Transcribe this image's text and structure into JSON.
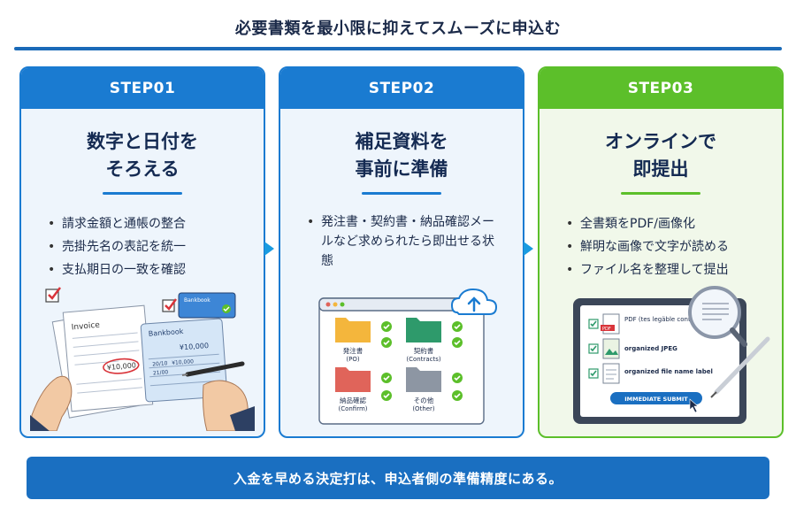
{
  "title": "必要書類を最小限に抑えてスムーズに申込む",
  "steps": [
    {
      "label": "STEP01",
      "title_lines": [
        "数字と日付を",
        "そろえる"
      ],
      "bullets": [
        "請求金額と通帳の整合",
        "売掛先名の表記を統一",
        "支払期日の一致を確認"
      ],
      "illustration": {
        "invoice_label": "Invoice",
        "amount": "¥10,000",
        "bankbook_label": "Bankbook",
        "bankbook_amount": "¥10,000",
        "card_label": "Bankbook",
        "row_dates": [
          "20/10",
          "21/00"
        ],
        "row_amount": "¥10,000"
      }
    },
    {
      "label": "STEP02",
      "title_lines": [
        "補足資料を",
        "事前に準備"
      ],
      "bullets": [
        "発注書・契約書・納品確認メールなど求められたら即出せる状態"
      ],
      "illustration": {
        "folders": [
          {
            "name_jp": "発注書",
            "name_en": "(PO)",
            "color": "#f4b63c"
          },
          {
            "name_jp": "契約書",
            "name_en": "(Contracts)",
            "color": "#2e9a6b"
          },
          {
            "name_jp": "納品確認",
            "name_en": "(Confirm)",
            "color": "#e0645a"
          },
          {
            "name_jp": "その他",
            "name_en": "(Other)",
            "color": "#8d96a3"
          }
        ]
      }
    },
    {
      "label": "STEP03",
      "title_lines": [
        "オンラインで",
        "即提出"
      ],
      "bullets": [
        "全書類をPDF/画像化",
        "鮮明な画像で文字が読める",
        "ファイル名を整理して提出"
      ],
      "illustration": {
        "items": [
          "PDF (tes legäble contentc)",
          "organized JPEG",
          "organized file name label"
        ],
        "pdf_badge": "PDF",
        "submit_label": "IMMEDIATE SUBMIT"
      }
    }
  ],
  "footer": "入金を早める決定打は、申込者側の準備精度にある。",
  "colors": {
    "blue": "#1a7bd1",
    "green": "#5cbf2a",
    "navy": "#142a52"
  }
}
